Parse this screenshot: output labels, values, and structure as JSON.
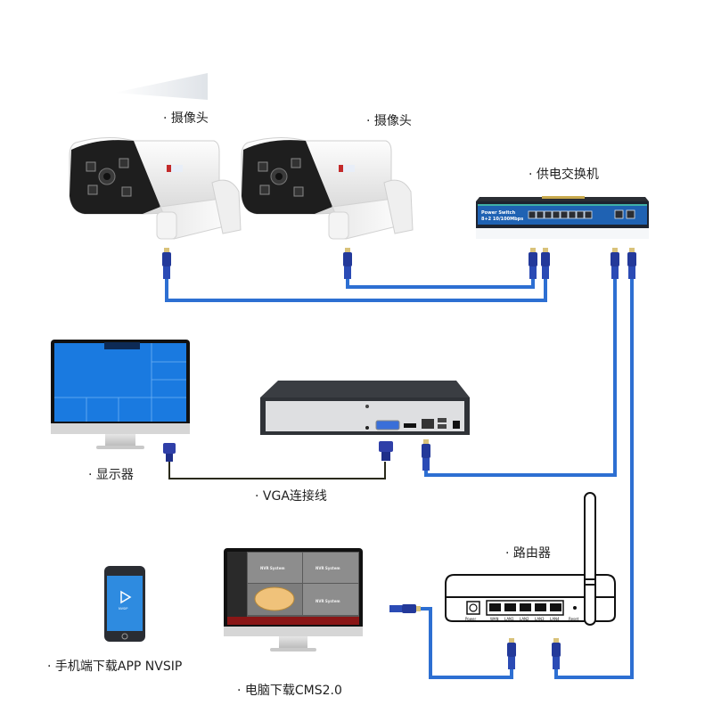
{
  "diagram": {
    "title": "",
    "nodes": [
      {
        "id": "camera1",
        "label": "· 摄像头",
        "type": "camera"
      },
      {
        "id": "camera2",
        "label": "· 摄像头",
        "type": "camera"
      },
      {
        "id": "poe_switch",
        "label": "· 供电交换机",
        "type": "switch",
        "device_text": [
          "Power Switch",
          "8+2 10/100Mbps"
        ]
      },
      {
        "id": "monitor",
        "label": "· 显示器",
        "type": "monitor"
      },
      {
        "id": "nvr",
        "label": "",
        "type": "nvr"
      },
      {
        "id": "vga_cable",
        "label": "· VGA连接线",
        "type": "cable-label"
      },
      {
        "id": "router",
        "label": "· 路由器",
        "type": "router",
        "port_labels": [
          "Power",
          "WAN",
          "LAN1",
          "LAN2",
          "LAN3",
          "LAN4",
          "Reset"
        ]
      },
      {
        "id": "phone",
        "label": "· 手机端下载APP NVSIP",
        "type": "phone",
        "app_text": "NVSIP"
      },
      {
        "id": "pc",
        "label": "· 电脑下载CMS2.0",
        "type": "pc",
        "screen_tiles": [
          "NVR System",
          "NVR System",
          "NVR System"
        ]
      }
    ],
    "edges": [
      {
        "from": "camera1",
        "to": "poe_switch",
        "cable": "network"
      },
      {
        "from": "camera2",
        "to": "poe_switch",
        "cable": "network"
      },
      {
        "from": "poe_switch",
        "to": "nvr",
        "cable": "network"
      },
      {
        "from": "poe_switch",
        "to": "router",
        "cable": "network"
      },
      {
        "from": "monitor",
        "to": "nvr",
        "cable": "vga"
      },
      {
        "from": "router",
        "to": "pc",
        "cable": "network"
      }
    ],
    "colors": {
      "network_cable": "#2d6fd2",
      "network_cable_dark": "#1b4aa8",
      "connector": "#23399a",
      "vga_cable": "#2a2a1a",
      "screen_blue": "#1a7ae0",
      "camera_body": "#f2f2f2",
      "camera_face": "#1e1e1e",
      "switch_body": "#1c5aa6",
      "nvr_body": "#2f3237"
    }
  }
}
